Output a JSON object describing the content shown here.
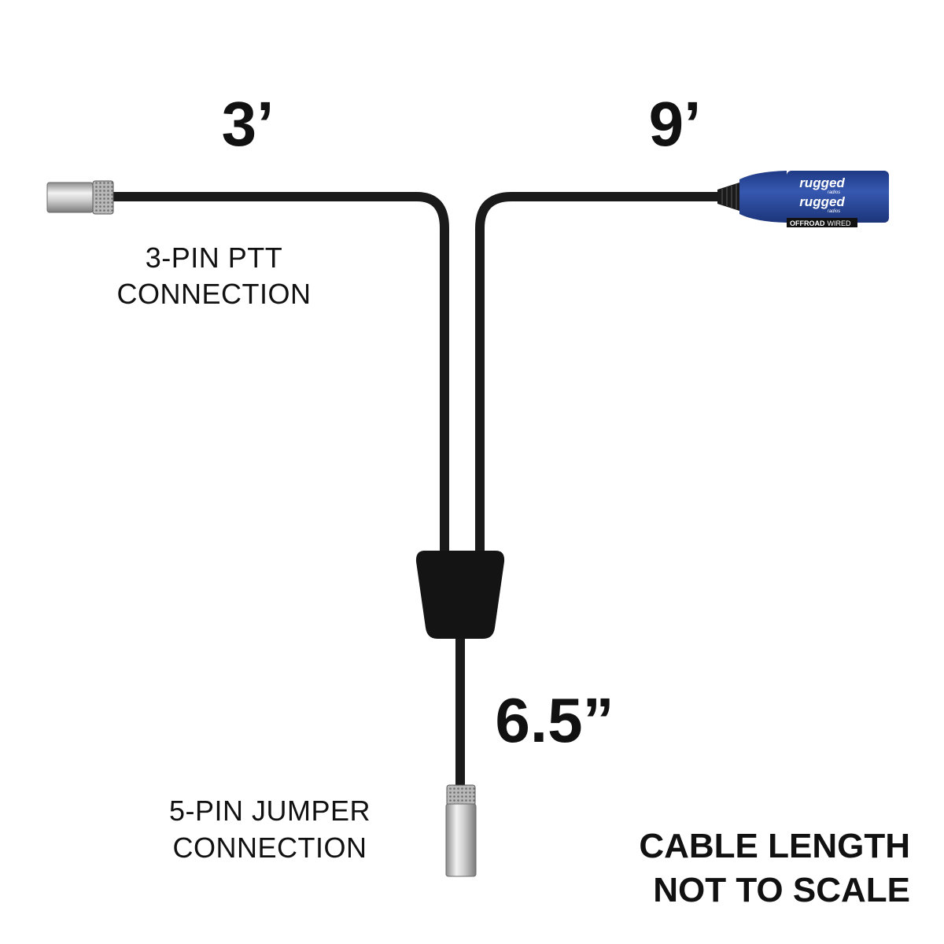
{
  "lengths": {
    "left_cable": "3’",
    "right_cable": "9’",
    "bottom_cable": "6.5”"
  },
  "connections": {
    "ptt": [
      "3-PIN PTT",
      "CONNECTION"
    ],
    "jumper": [
      "5-PIN JUMPER",
      "CONNECTION"
    ]
  },
  "note": [
    "CABLE LENGTH",
    "NOT TO SCALE"
  ],
  "plug": {
    "brand": "rugged",
    "brand_sub": "radios",
    "band_bold": "OFFROAD",
    "band_text": "WIRED"
  },
  "colors": {
    "cable": "#1a1a1a",
    "plug_blue": "#2a4a9a",
    "metal": "#c9c9c9"
  }
}
